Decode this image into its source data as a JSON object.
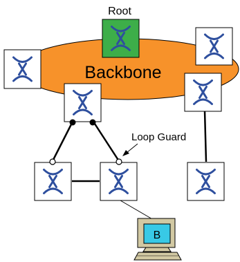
{
  "labels": {
    "root": "Root",
    "backbone": "Backbone",
    "loop_guard": "Loop Guard",
    "computer": "B"
  },
  "colors": {
    "backbone_fill": "#f7922a",
    "root_fill": "#3dae49",
    "switch_fill": "#ffffff",
    "switch_symbol": "#2e4f9e",
    "line": "#000000",
    "computer_body": "#d2c9a3",
    "computer_screen": "#38c9e6"
  },
  "switches": [
    {
      "id": "root",
      "role": "root",
      "icon": "switch-icon"
    },
    {
      "id": "backbone-left",
      "role": "backbone",
      "icon": "switch-icon"
    },
    {
      "id": "backbone-right-top",
      "role": "backbone",
      "icon": "switch-icon"
    },
    {
      "id": "backbone-right-mid",
      "role": "backbone",
      "icon": "switch-icon"
    },
    {
      "id": "access-top",
      "role": "access",
      "icon": "switch-icon"
    },
    {
      "id": "access-bottom-left",
      "role": "access",
      "icon": "switch-icon"
    },
    {
      "id": "access-bottom-middle",
      "role": "access",
      "icon": "switch-icon"
    },
    {
      "id": "access-bottom-right",
      "role": "access",
      "icon": "switch-icon"
    }
  ],
  "ports": [
    {
      "id": "access-top-port-left",
      "state": "forwarding"
    },
    {
      "id": "access-top-port-right",
      "state": "forwarding"
    },
    {
      "id": "bottom-left-port",
      "state": "blocking"
    },
    {
      "id": "bottom-middle-port",
      "state": "loop-guard"
    }
  ]
}
